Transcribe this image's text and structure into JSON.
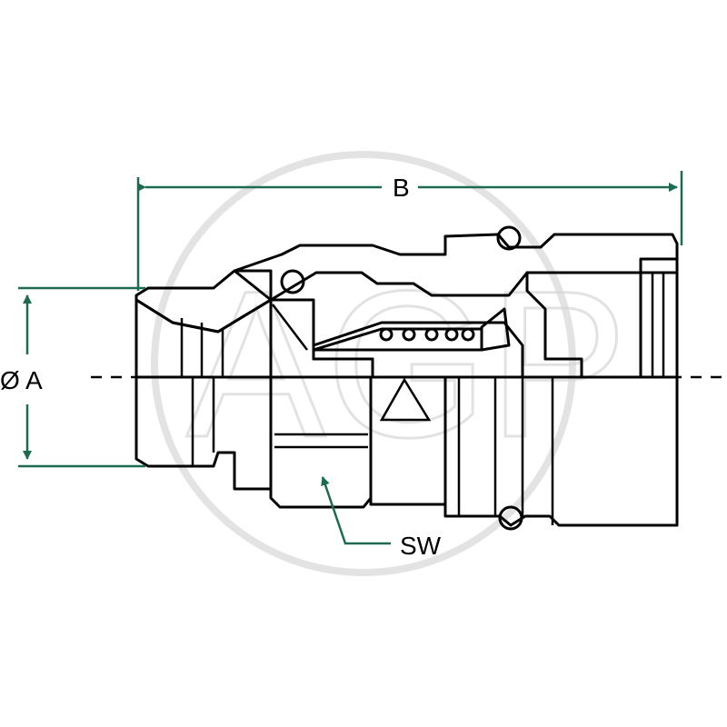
{
  "diagram": {
    "labels": {
      "diameter": "Ø A",
      "length": "B",
      "wrench": "SW"
    },
    "watermark": "AGP",
    "colors": {
      "body_fill": "#b9c8c2",
      "section_fill": "#8fa99f",
      "dimension_line": "#1e6b52",
      "outline": "#000000",
      "watermark": "#d7d7d7"
    }
  }
}
